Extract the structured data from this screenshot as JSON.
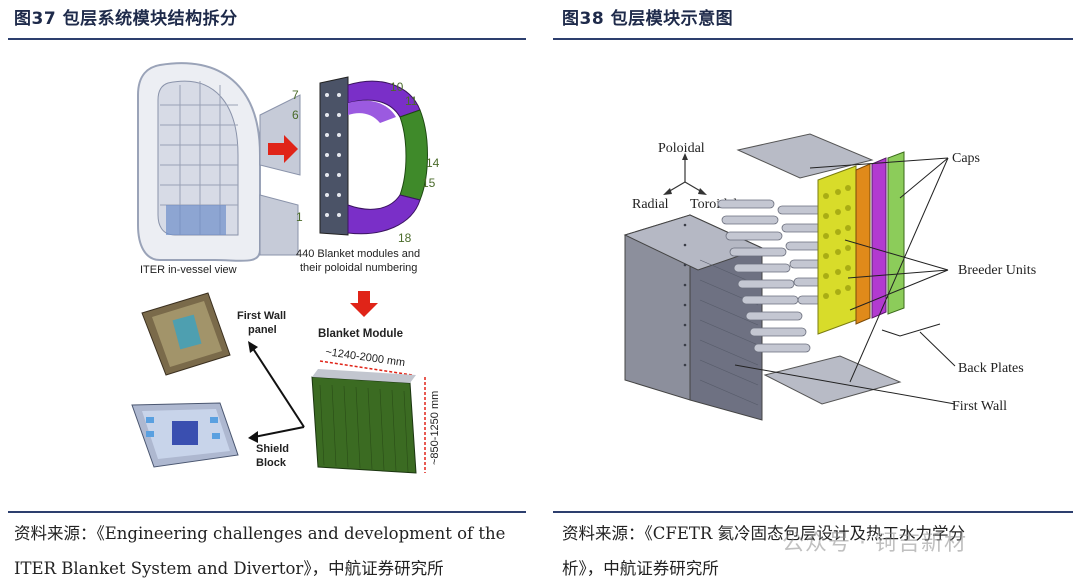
{
  "left": {
    "title": "图37  包层系统模块结构拆分",
    "labels": {
      "iter_view": "ITER in-vessel view",
      "modules_line1": "440 Blanket modules and",
      "modules_line2": "their poloidal numbering",
      "blanket_module": "Blanket Module",
      "first_wall_line1": "First Wall",
      "first_wall_line2": "panel",
      "shield_line1": "Shield",
      "shield_line2": "Block",
      "dim_width": "~1240-2000 mm",
      "dim_height": "~850-1250 mm",
      "num_7": "7",
      "num_6": "6",
      "num_10": "10",
      "num_11": "11",
      "num_14": "14",
      "num_15": "15",
      "num_1": "1",
      "num_18": "18"
    },
    "caption_line1": "资料来源：《Engineering challenges and development of the",
    "caption_line2": "ITER Blanket System and Divertor》，中航证券研究所"
  },
  "right": {
    "title": "图38  包层模块示意图",
    "labels": {
      "poloidal": "Poloidal",
      "radial": "Radial",
      "toroidal": "Toroidal",
      "caps": "Caps",
      "breeder_units": "Breeder Units",
      "back_plates": "Back Plates",
      "first_wall": "First Wall"
    },
    "caption_line1": "资料来源：《CFETR 氦冷固态包层设计及热工水力学分",
    "caption_line2": "析》，中航证券研究所"
  },
  "watermark": "公众号 · 钶吉新材",
  "colors": {
    "title": "#1e2a4a",
    "rule": "#2d3f6e",
    "purple": "#7a2fc8",
    "green": "#3f8a2a",
    "red_arrow": "#e02418",
    "breeder_yellow": "#d8dc2a",
    "plate_orange": "#e08a1a",
    "plate_magenta": "#b23ad0",
    "plate_green": "#8ccc5a"
  }
}
